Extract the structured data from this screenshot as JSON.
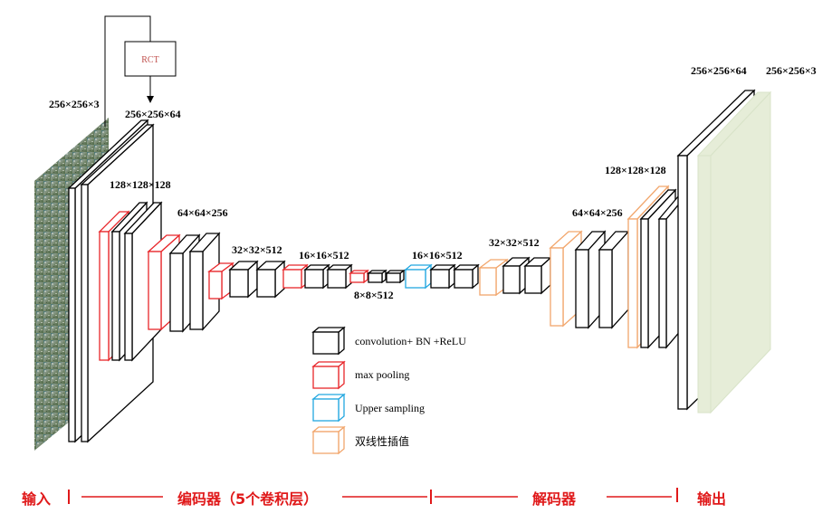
{
  "colors": {
    "conv": "#000000",
    "maxpool": "#e8262a",
    "upsample": "#22a7e0",
    "bilinear": "#f2a66c",
    "output_fill": "#e6edd8",
    "stage_text": "#e0191a"
  },
  "rct": {
    "label": "RCT"
  },
  "dims": {
    "input": "256×256×3",
    "d1": "256×256×64",
    "d2": "128×128×128",
    "d3": "64×64×256",
    "d4": "32×32×512",
    "d5": "16×16×512",
    "d6": "8×8×512",
    "d7": "16×16×512",
    "d8": "32×32×512",
    "d9": "64×64×256",
    "d10": "128×128×128",
    "d11": "256×256×64",
    "output": "256×256×3"
  },
  "legend": {
    "conv": "convolution+ BN +ReLU",
    "maxpool": "max pooling",
    "upsample": "Upper sampling",
    "bilinear": "双线性插值"
  },
  "stages": {
    "input": "输入",
    "encoder": "编码器（5个卷积层）",
    "decoder": "解码器",
    "output": "输出"
  }
}
